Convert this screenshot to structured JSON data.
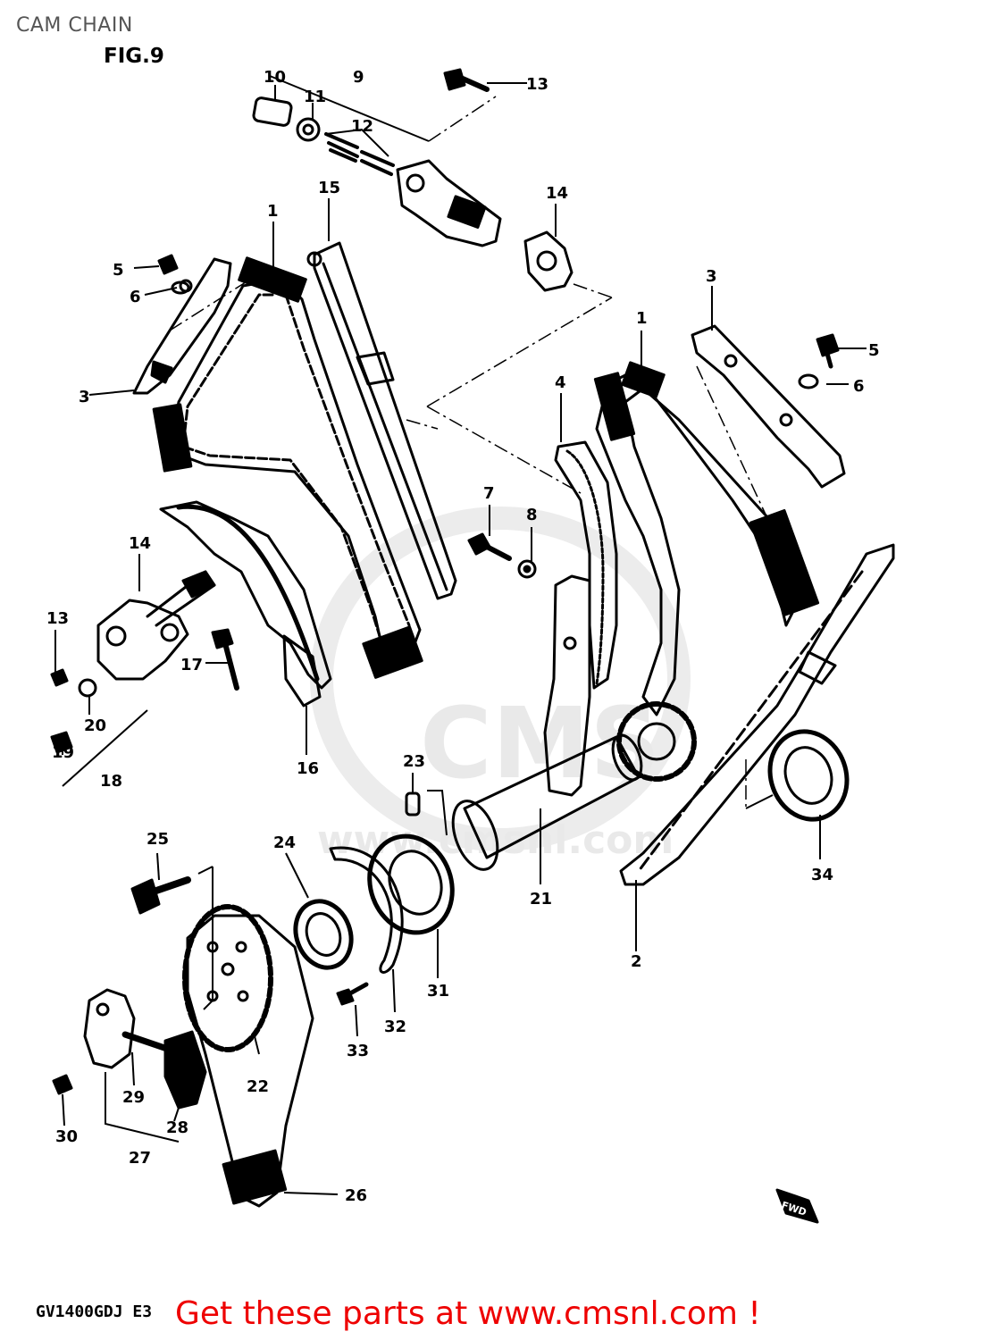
{
  "header": {
    "title": "CAM CHAIN",
    "figure": "FIG.9"
  },
  "footer": {
    "model_code": "GV1400GDJ E3",
    "promo": "Get these parts at www.cmsnl.com !"
  },
  "watermark": {
    "text": "CMS",
    "site": "www.cmsnl.com"
  },
  "fwd_marker": "FWD",
  "callouts": [
    "1",
    "1",
    "2",
    "3",
    "3",
    "4",
    "5",
    "5",
    "6",
    "6",
    "7",
    "8",
    "9",
    "10",
    "11",
    "12",
    "13",
    "13",
    "14",
    "14",
    "15",
    "16",
    "17",
    "18",
    "19",
    "20",
    "21",
    "22",
    "23",
    "24",
    "25",
    "26",
    "27",
    "28",
    "29",
    "30",
    "31",
    "32",
    "33",
    "34"
  ],
  "colors": {
    "ink": "#000000",
    "promo": "#ee0000",
    "title": "#555555",
    "watermark": "#e9e9e9"
  }
}
